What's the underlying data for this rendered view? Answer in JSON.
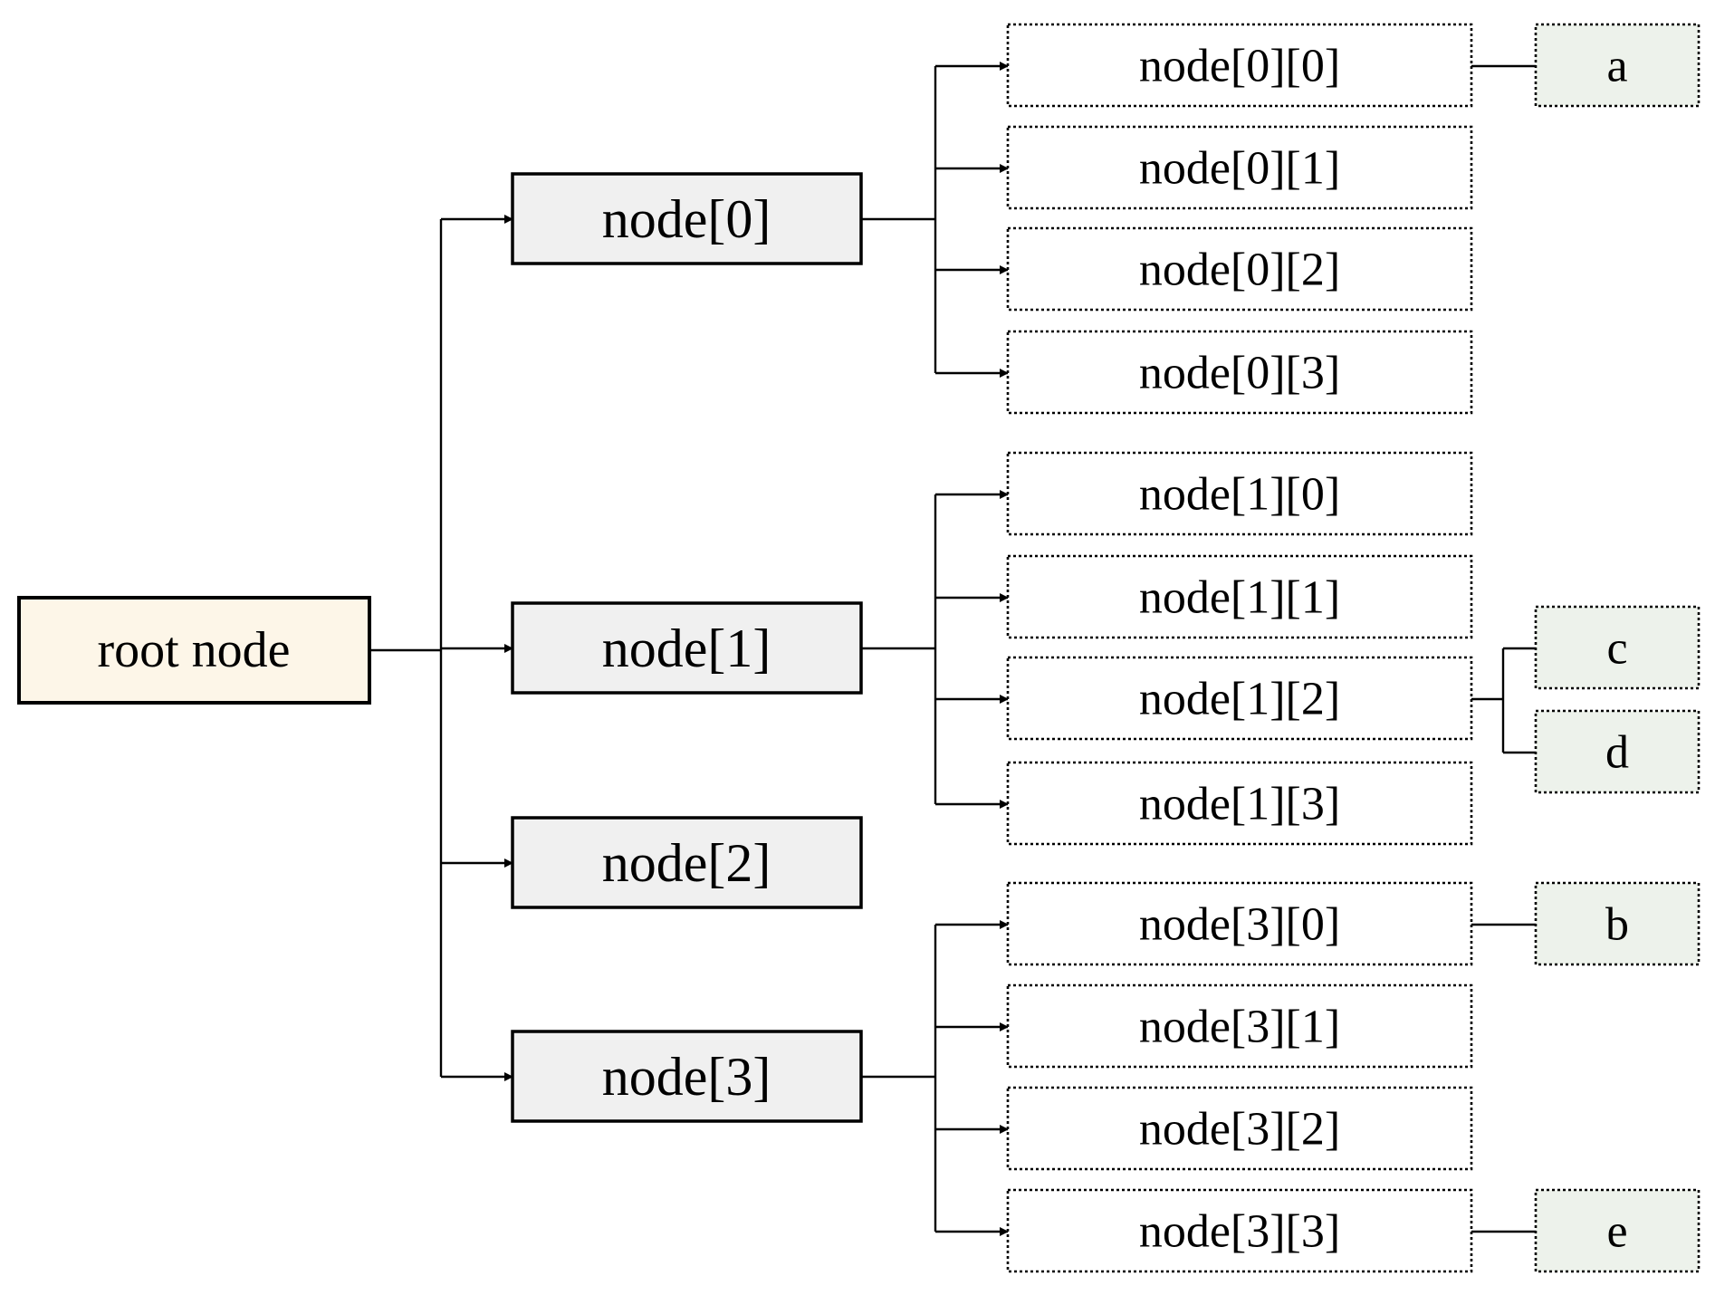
{
  "colors": {
    "root_fill": "#fdf6e8",
    "level1_fill": "#f0f0f0",
    "level2_fill": "#ffffff",
    "leaf_fill": "#edf2eb",
    "stroke": "#000000"
  },
  "root": {
    "label": "root node"
  },
  "level1": [
    {
      "label": "node[0]"
    },
    {
      "label": "node[1]"
    },
    {
      "label": "node[2]"
    },
    {
      "label": "node[3]"
    }
  ],
  "level2": [
    {
      "label": "node[0][0]"
    },
    {
      "label": "node[0][1]"
    },
    {
      "label": "node[0][2]"
    },
    {
      "label": "node[0][3]"
    },
    {
      "label": "node[1][0]"
    },
    {
      "label": "node[1][1]"
    },
    {
      "label": "node[1][2]"
    },
    {
      "label": "node[1][3]"
    },
    {
      "label": "node[3][0]"
    },
    {
      "label": "node[3][1]"
    },
    {
      "label": "node[3][2]"
    },
    {
      "label": "node[3][3]"
    }
  ],
  "leaves": [
    {
      "label": "a"
    },
    {
      "label": "c"
    },
    {
      "label": "d"
    },
    {
      "label": "b"
    },
    {
      "label": "e"
    }
  ]
}
